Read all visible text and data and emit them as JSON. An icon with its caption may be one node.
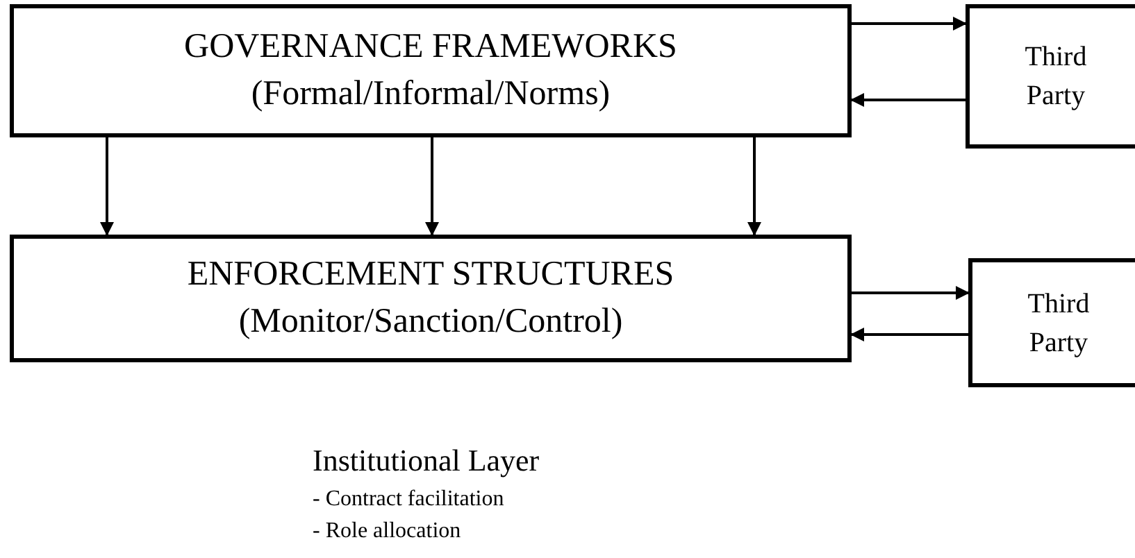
{
  "diagram": {
    "nodes": [
      {
        "text": [
          "GOVERNANCE FRAMEWORKS",
          "(Formal/Informal/Norms)"
        ]
      },
      {
        "text": [
          "Third Party"
        ]
      },
      {
        "text": [
          "ENFORCEMENT STRUCTURES",
          "(Monitor/Sanction/Control)"
        ]
      },
      {
        "text": [
          "Third Party"
        ]
      }
    ],
    "edges": [
      {
        "from": 0,
        "to": 1,
        "arrow": "to"
      },
      {
        "from": 1,
        "to": 0,
        "arrow": "to"
      },
      {
        "from": 0,
        "to": 2,
        "arrow": "to"
      },
      {
        "from": 0,
        "to": 2,
        "arrow": "to"
      },
      {
        "from": 0,
        "to": 2,
        "arrow": "to"
      },
      {
        "from": 2,
        "to": 3,
        "arrow": "to"
      },
      {
        "from": 3,
        "to": 2,
        "arrow": "to"
      }
    ],
    "labels": [
      "Institutional Layer",
      "- Contract facilitation",
      "- Role allocation"
    ]
  }
}
